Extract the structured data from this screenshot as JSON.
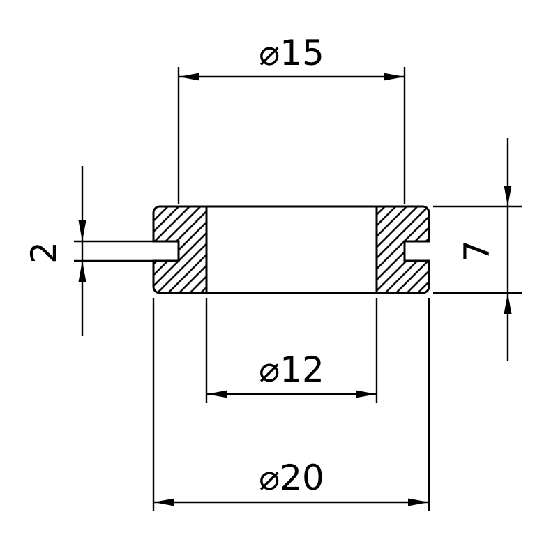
{
  "drawing": {
    "kind": "technical-section-drawing",
    "background_color": "#ffffff",
    "line_color": "#000000",
    "dimensions": {
      "groove_diameter": {
        "label": "⌀15",
        "value": 15
      },
      "bore_diameter": {
        "label": "⌀12",
        "value": 12
      },
      "outer_diameter": {
        "label": "⌀20",
        "value": 20
      },
      "groove_width": {
        "label": "2",
        "value": 2
      },
      "height": {
        "label": "7",
        "value": 7
      }
    }
  }
}
